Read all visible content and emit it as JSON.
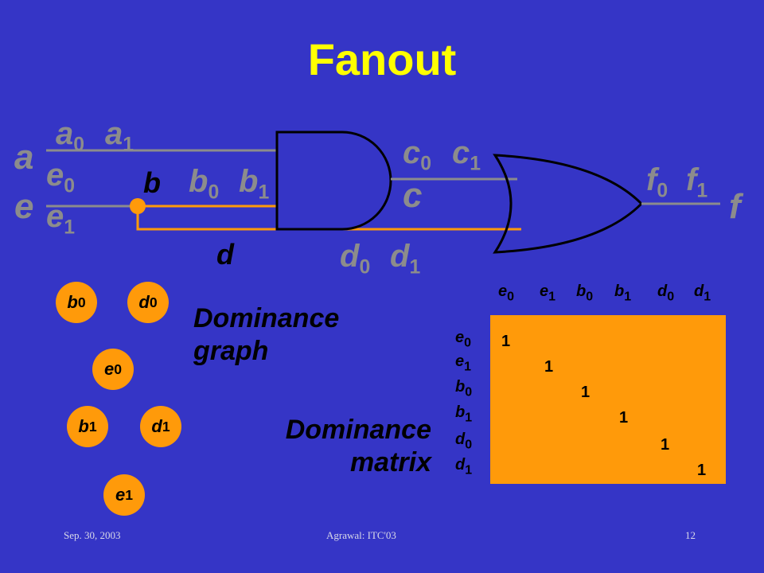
{
  "title": "Fanout",
  "signals": {
    "a": "a",
    "a0": "a",
    "a0_sub": "0",
    "a1": "a",
    "a1_sub": "1",
    "e": "e",
    "e0": "e",
    "e0_sub": "0",
    "e1": "e",
    "e1_sub": "1",
    "b": "b",
    "b0": "b",
    "b0_sub": "0",
    "b1": "b",
    "b1_sub": "1",
    "c": "c",
    "c0": "c",
    "c0_sub": "0",
    "c1": "c",
    "c1_sub": "1",
    "d": "d",
    "d0": "d",
    "d0_sub": "0",
    "d1": "d",
    "d1_sub": "1",
    "f": "f",
    "f0": "f",
    "f0_sub": "0",
    "f1": "f",
    "f1_sub": "1"
  },
  "dominance_graph": {
    "caption_line1": "Dominance",
    "caption_line2": "graph",
    "nodes": [
      {
        "letter": "b",
        "sub": "0"
      },
      {
        "letter": "d",
        "sub": "0"
      },
      {
        "letter": "e",
        "sub": "0"
      },
      {
        "letter": "b",
        "sub": "1"
      },
      {
        "letter": "d",
        "sub": "1"
      },
      {
        "letter": "e",
        "sub": "1"
      }
    ]
  },
  "dominance_matrix": {
    "caption_line1": "Dominance",
    "caption_line2": "matrix",
    "columns": [
      {
        "letter": "e",
        "sub": "0"
      },
      {
        "letter": "e",
        "sub": "1"
      },
      {
        "letter": "b",
        "sub": "0"
      },
      {
        "letter": "b",
        "sub": "1"
      },
      {
        "letter": "d",
        "sub": "0"
      },
      {
        "letter": "d",
        "sub": "1"
      }
    ],
    "rows": [
      {
        "letter": "e",
        "sub": "0"
      },
      {
        "letter": "e",
        "sub": "1"
      },
      {
        "letter": "b",
        "sub": "0"
      },
      {
        "letter": "b",
        "sub": "1"
      },
      {
        "letter": "d",
        "sub": "0"
      },
      {
        "letter": "d",
        "sub": "1"
      }
    ],
    "cells": [
      "1",
      "1",
      "1",
      "1",
      "1",
      "1"
    ]
  },
  "footer": {
    "date": "Sep. 30, 2003",
    "center": "Agrawal: ITC'03",
    "page": "12"
  },
  "colors": {
    "background": "#3535c6",
    "title": "#ffff00",
    "wire_gray": "#8c8c8c",
    "wire_orange": "#ff9a0a",
    "node_fill": "#ff9a0a"
  }
}
